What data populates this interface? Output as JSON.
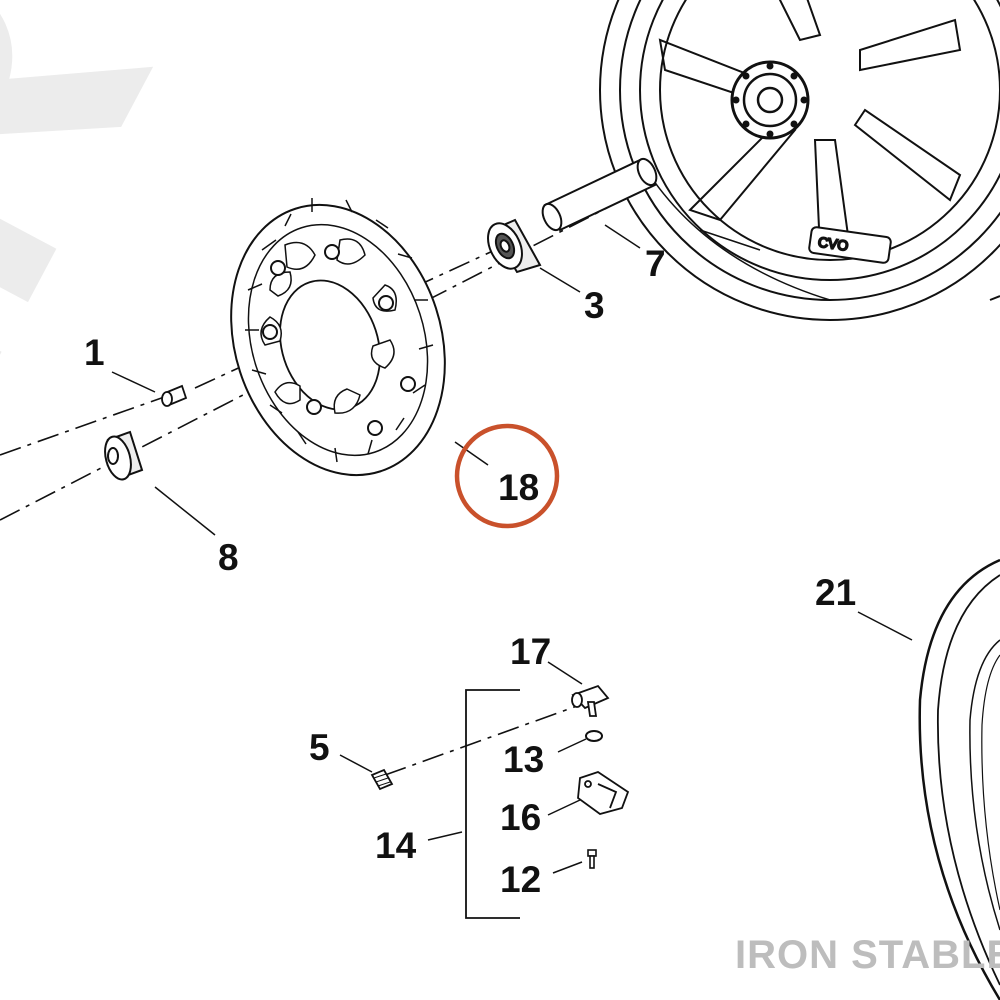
{
  "diagram": {
    "callouts": [
      {
        "id": "1",
        "label": "1"
      },
      {
        "id": "3",
        "label": "3"
      },
      {
        "id": "5",
        "label": "5"
      },
      {
        "id": "7",
        "label": "7"
      },
      {
        "id": "8",
        "label": "8"
      },
      {
        "id": "12",
        "label": "12"
      },
      {
        "id": "13",
        "label": "13"
      },
      {
        "id": "14",
        "label": "14"
      },
      {
        "id": "16",
        "label": "16"
      },
      {
        "id": "17",
        "label": "17"
      },
      {
        "id": "18",
        "label": "18"
      },
      {
        "id": "21",
        "label": "21"
      }
    ],
    "highlighted_callout": "18",
    "highlight_color": "#c9512b",
    "line_color": "#111111"
  },
  "rim_marking": "CVO",
  "watermark": {
    "background_text": "IRON",
    "brand": "IRON STABLE"
  }
}
